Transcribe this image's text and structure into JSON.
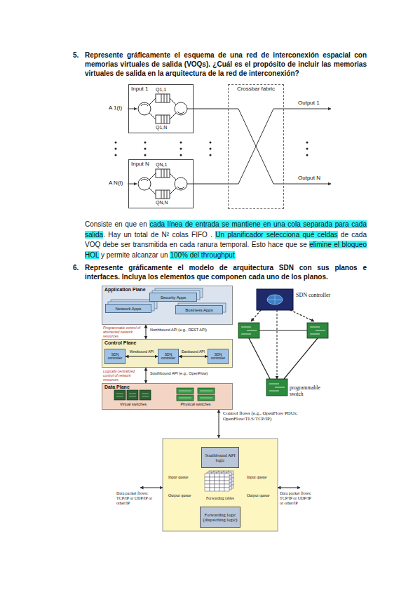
{
  "diagram": {
    "nodes": [
      {
        "text": [
          "Input 1"
        ]
      },
      {
        "text": [
          "Input N"
        ]
      },
      {
        "text": [
          "Crossbar fabric"
        ]
      },
      {
        "text": [
          "Application Plane"
        ]
      },
      {
        "text": [
          "Security Apps"
        ],
        "in": 3
      },
      {
        "text": [
          "Network Apps"
        ],
        "in": 3
      },
      {
        "text": [
          "Business Apps"
        ],
        "in": 3
      },
      {
        "text": [
          "Control Plane"
        ]
      },
      {
        "text": [
          "SDN controller"
        ],
        "in": 7
      },
      {
        "text": [
          "SDN controller"
        ],
        "in": 7
      },
      {
        "text": [
          "SDN controller"
        ],
        "in": 7
      },
      {
        "text": [
          "Data Plane"
        ]
      },
      {
        "text": [
          "SDN controller"
        ]
      },
      {
        "text": [
          "programmable switch"
        ]
      },
      {
        "text": [
          "Southbound API logic"
        ]
      },
      {
        "text": [
          "Forwarding logic (dispatching logic)"
        ]
      }
    ],
    "edges": [
      {
        "from": 0,
        "to": 2,
        "arrow": "none"
      },
      {
        "from": 1,
        "to": 2,
        "arrow": "none"
      },
      {
        "from": 3,
        "to": 7,
        "label": "Northbound API (e.g., REST API)",
        "arrow": "both"
      },
      {
        "from": 7,
        "to": 11,
        "label": "Southbound API (e.g., OpenFlow)",
        "arrow": "both"
      },
      {
        "from": 8,
        "to": 9,
        "label": "Westbound API",
        "arrow": "both"
      },
      {
        "from": 9,
        "to": 10,
        "label": "Eastbound API",
        "arrow": "both"
      },
      {
        "from": 12,
        "to": 13,
        "arrow": "to"
      }
    ],
    "labels": [
      "5.",
      "Represente gráficamente el esquema de una red de interconexión espacial con memorias virtuales de salida (VOQs). ¿Cuál es el propósito de incluir las memorias virtuales de salida en la arquitectura de la red de interconexión?",
      "A 1(t)",
      "Q1,1",
      "Q1,N",
      "A N(t)",
      "QN,1",
      "QN,N",
      "Output 1",
      "Output N",
      "Consiste en que en ",
      "cada línea de entrada se mantiene en una cola separada para cada salida",
      ". Hay un total de N² colas FIFO . ",
      "Un planificador selecciona qué celdas",
      " de cada VOQ debe ser transmitida en cada ranura temporal. Esto hace que se ",
      "elimine el bloqueo HOL",
      " y permite alcanzar un ",
      "100% del throughput",
      ".",
      "6.",
      "Represente gráficamente el modelo de arquitectura SDN con sus planos e interfaces. Incluya los elementos que componen cada uno de los planos.",
      "Programmatic control of abstracted network resources",
      "Logically centralized control of network resources",
      "Virtual switches",
      "Physical switches",
      "Control flows (e.g., OpenFlow PDUs; OpenFlow/TLS/TCP/IP)",
      "Input queue",
      "Output queue",
      "Input queue",
      "Output queue",
      "Forwarding tables",
      "Data packet flows: TCP/IP or UDP/IP or other/IP",
      "Data packet flows: TCP/IP or UDP/IP or other/IP"
    ]
  }
}
